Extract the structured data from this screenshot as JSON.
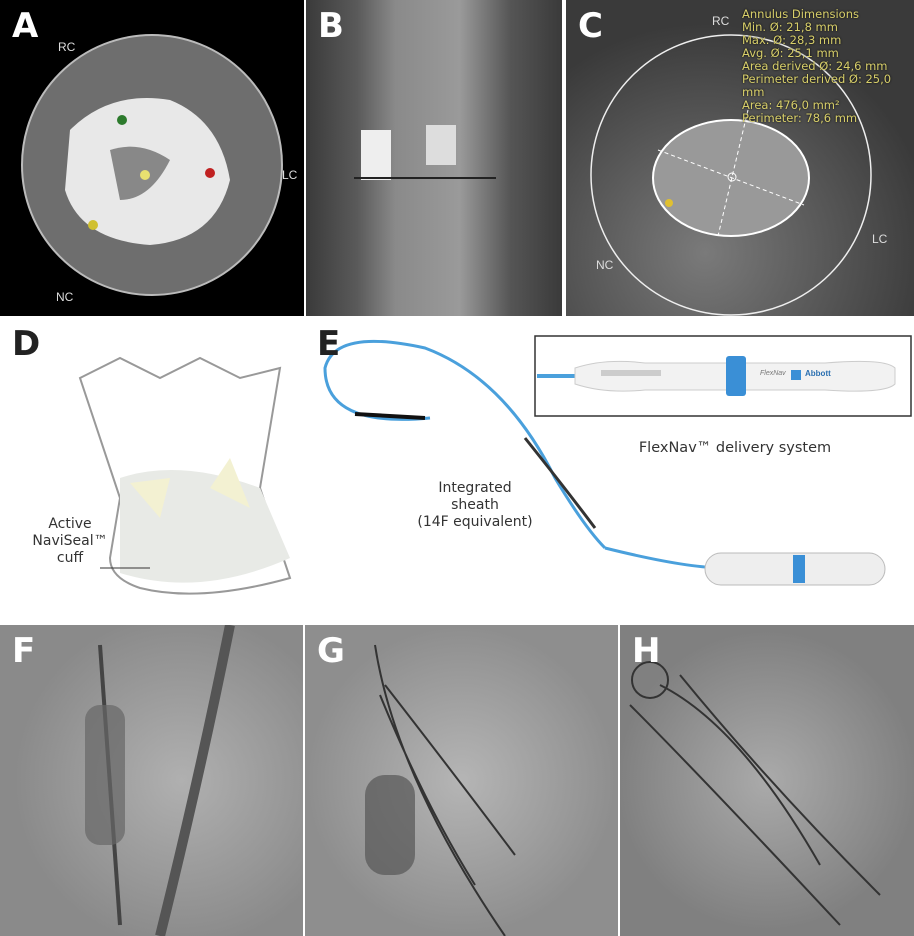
{
  "panels": {
    "a": {
      "label": "A",
      "rc": "RC",
      "lc": "LC",
      "nc": "NC"
    },
    "b": {
      "label": "B"
    },
    "c": {
      "label": "C",
      "rc": "RC",
      "lc": "LC",
      "nc": "NC",
      "annotations": [
        "Annulus Dimensions",
        "Min. Ø: 21,8 mm",
        "Max. Ø: 28,3 mm",
        "Avg. Ø: 25,1 mm",
        "Area derived Ø: 24,6 mm",
        "Perimeter derived Ø: 25,0 mm",
        "Area: 476,0 mm²",
        "Perimeter: 78,6 mm"
      ]
    },
    "d": {
      "label": "D",
      "caption_lines": [
        "Active",
        "NaviSeal™",
        "cuff"
      ]
    },
    "e": {
      "label": "E",
      "inset_caption": "FlexNav™ delivery system",
      "device_brand": "FlexNav",
      "device_logo": "Abbott",
      "sheath_lines": [
        "Integrated",
        "sheath",
        "(14F equivalent)"
      ]
    },
    "f": {
      "label": "F"
    },
    "g": {
      "label": "G"
    },
    "h": {
      "label": "H"
    }
  },
  "colors": {
    "annotation": "#d8cf6a",
    "device_blue": "#3a8fd6",
    "wire_blue": "#4aa0dc"
  }
}
